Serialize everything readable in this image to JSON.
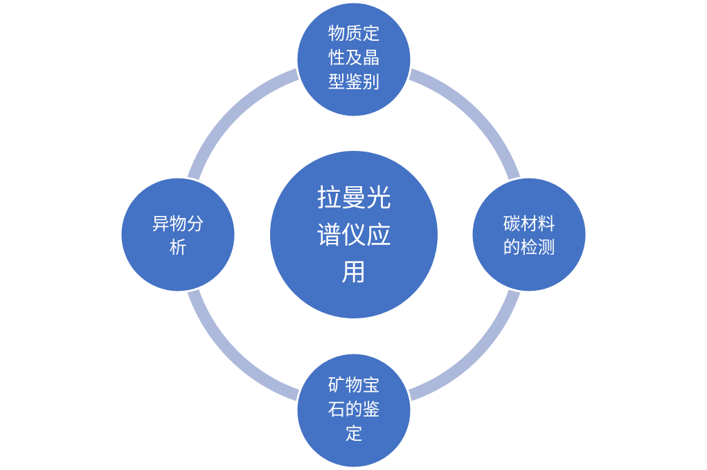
{
  "colors": {
    "ring": "#adb9db",
    "node_fill": "#4472c4",
    "node_stroke": "#ffffff",
    "text": "#ffffff",
    "background": "#ffffff"
  },
  "center": {
    "lines": [
      "拉曼光",
      "谱仪应",
      "用"
    ]
  },
  "nodes": {
    "top": {
      "lines": [
        "物质定",
        "性及晶",
        "型鉴别"
      ]
    },
    "right": {
      "lines": [
        "碳材料",
        "的检测"
      ]
    },
    "bottom": {
      "lines": [
        "矿物宝",
        "石的鉴",
        "定"
      ]
    },
    "left": {
      "lines": [
        "异物分",
        "析"
      ]
    }
  }
}
